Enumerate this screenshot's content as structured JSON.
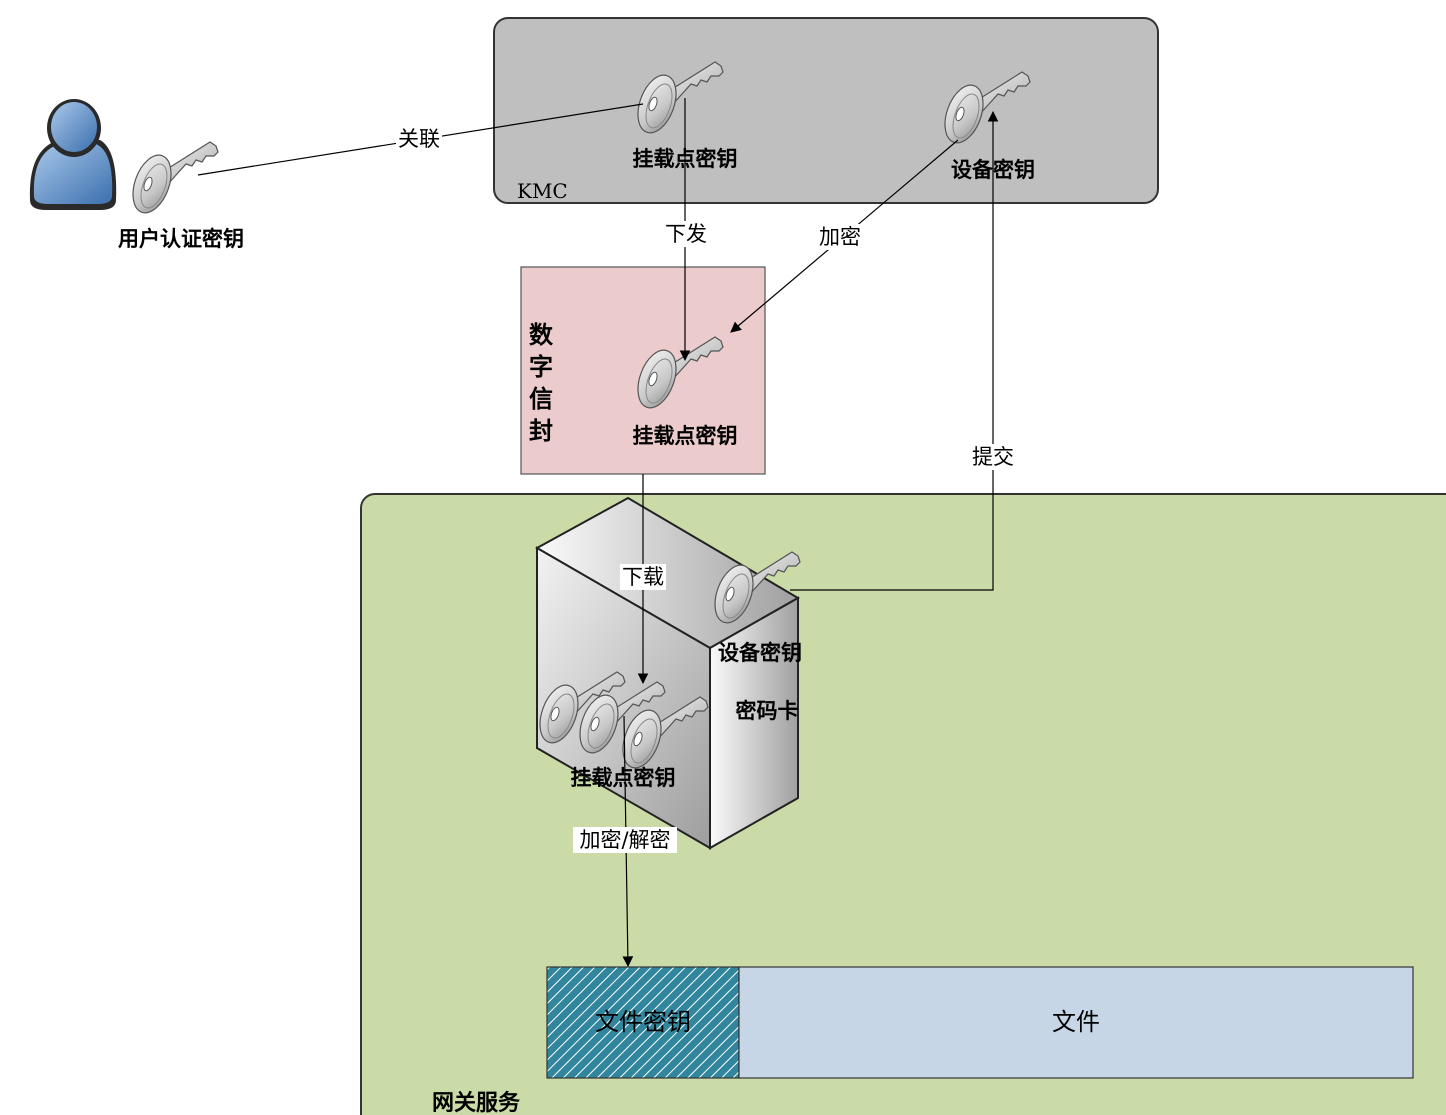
{
  "user": {
    "key_label": "用户认证密钥"
  },
  "kmc": {
    "title": "KMC",
    "mount_key_label": "挂载点密钥",
    "device_key_label": "设备密钥"
  },
  "envelope": {
    "title_chars": [
      "数",
      "字",
      "信",
      "封"
    ],
    "key_label": "挂载点密钥"
  },
  "gateway": {
    "title": "网关服务",
    "card_label": "密码卡",
    "device_key_label": "设备密钥",
    "mount_keys_label": "挂载点密钥",
    "file_key_label": "文件密钥",
    "file_label": "文件"
  },
  "edges": {
    "associate": "关联",
    "issue": "下发",
    "encrypt": "加密",
    "submit": "提交",
    "download": "下载",
    "encrypt_decrypt": "加密/解密"
  },
  "colors": {
    "kmc_fill": "#bfbfbf",
    "envelope_fill": "#ebcbcb",
    "gateway_fill": "#cbdba8",
    "file_key_fill": "#31859c",
    "file_fill": "#c7d6e6",
    "user_blue": "#5b8fc9"
  }
}
